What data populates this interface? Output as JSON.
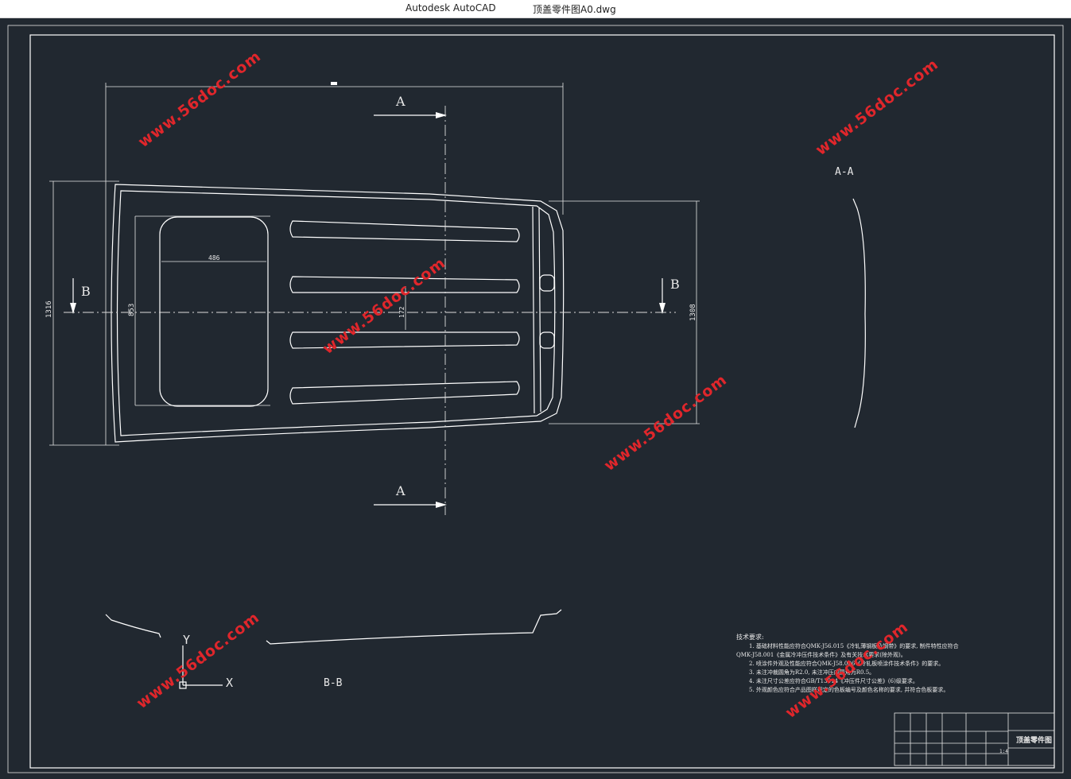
{
  "titlebar": {
    "app_name": "Autodesk AutoCAD",
    "document_name": "顶盖零件图A0.dwg"
  },
  "drawing": {
    "section_aa_top": "A",
    "section_aa_bottom": "A",
    "section_bb_left": "B",
    "section_bb_right": "B",
    "view_aa_label": "A-A",
    "view_bb_label": "B-B",
    "dim_width": "486",
    "dim_inner_height": "853",
    "dim_overall_height": "1316",
    "dim_right_height": "1308",
    "dim_small": "172",
    "ucs_y": "Y",
    "ucs_x": "X"
  },
  "technical_requirements": {
    "heading": "技术要求:",
    "lines": [
      "1. 基础材料性能应符合QMK-J56.015《冷轧薄钢板及钢带》的要求, 制件特性应符合",
      "QMK-J58.001《金属冷冲压件技术条件》及有关技术要求(除外观)。",
      "2. 喷涂件外观及性能应符合QMK-J58.006《冷轧板喷涂件技术条件》的要求。",
      "3. 未注冲裁圆角为R2.0, 未注冲压内圆角为R0.5。",
      "4. 未注尺寸公差应符合GB/T13914《冲压件尺寸公差》(6)级要求。",
      "5. 外观颜色应符合产品图样规定的色板编号及颜色名称的要求, 并符合色板要求。"
    ]
  },
  "title_block": {
    "part_name": "顶盖零件图",
    "scale": "1:4"
  },
  "watermarks": [
    "www.56doc.com",
    "www.56doc.com",
    "www.56doc.com",
    "www.56doc.com",
    "www.56doc.com",
    "www.56doc.com"
  ],
  "colors": {
    "canvas_bg": "#212830",
    "line": "#ffffff",
    "watermark": "#e0262b"
  }
}
